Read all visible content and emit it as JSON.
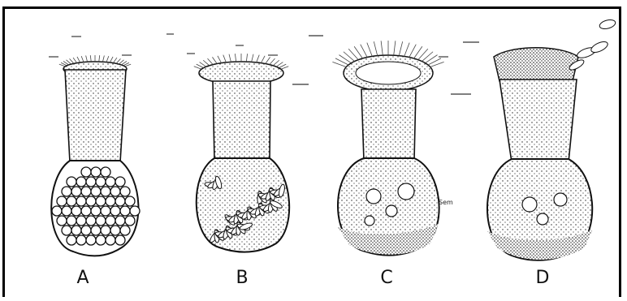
{
  "panels": [
    {
      "label": "A"
    },
    {
      "label": "B"
    },
    {
      "label": "C"
    },
    {
      "label": "D"
    }
  ],
  "annotation": "Sem"
}
